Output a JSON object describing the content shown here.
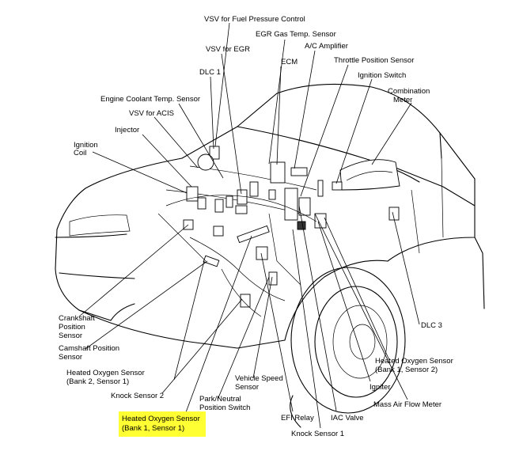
{
  "labels": {
    "vsv_fuel_pressure": "VSV for Fuel Pressure Control",
    "egr_gas_temp": "EGR Gas Temp. Sensor",
    "vsv_egr": "VSV for EGR",
    "ac_amplifier": "A/C Amplifier",
    "dlc1": "DLC 1",
    "ecm": "ECM",
    "throttle_position": "Throttle Position Sensor",
    "ignition_switch": "Ignition Switch",
    "engine_coolant_temp": "Engine Coolant Temp. Sensor",
    "combination_meter_1": "Combination",
    "combination_meter_2": "Meter",
    "vsv_acis": "VSV for ACIS",
    "injector": "Injector",
    "ignition_coil_1": "Ignition",
    "ignition_coil_2": "Coil",
    "crankshaft_1": "Crankshaft",
    "crankshaft_2": "Position",
    "crankshaft_3": "Sensor",
    "camshaft_1": "Camshaft Position",
    "camshaft_2": "Sensor",
    "ho2_b2s1_1": "Heated Oxygen Sensor",
    "ho2_b2s1_2": "(Bank 2, Sensor 1)",
    "knock_sensor_2": "Knock Sensor 2",
    "park_neutral_1": "Park/Neutral",
    "park_neutral_2": "Position Switch",
    "vehicle_speed_1": "Vehicle Speed",
    "vehicle_speed_2": "Sensor",
    "efi_relay": "EFI Relay",
    "iac_valve": "IAC Valve",
    "knock_sensor_1": "Knock Sensor 1",
    "mass_air_flow": "Mass Air Flow Meter",
    "igniter": "Igniter",
    "ho2_b1s2_1": "Heated Oxygen Sensor",
    "ho2_b1s2_2": "(Bank 1, Sensor 2)",
    "dlc3": "DLC 3",
    "ho2_b1s1_1": "Heated Oxygen Sensor",
    "ho2_b1s1_2": "(Bank 1, Sensor 1)"
  },
  "highlight_color": "#ffff33"
}
